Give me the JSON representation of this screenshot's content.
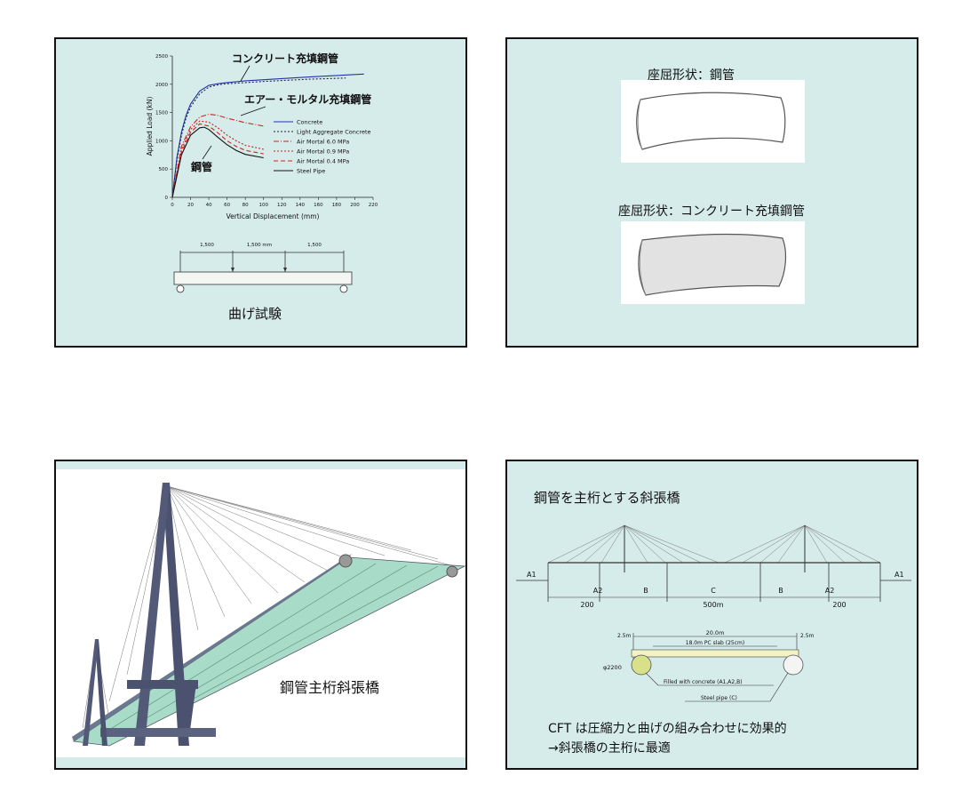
{
  "slide1": {
    "chart_data": {
      "type": "line",
      "xlabel": "Vertical Displacement (mm)",
      "ylabel": "Applied Load (kN)",
      "xlim": [
        0,
        220
      ],
      "ylim": [
        0,
        2500
      ],
      "xticks": [
        "0",
        "20",
        "40",
        "60",
        "80",
        "100",
        "120",
        "140",
        "160",
        "180",
        "200",
        "220"
      ],
      "yticks": [
        "0",
        "500",
        "1000",
        "1500",
        "2000",
        "2500"
      ],
      "legend_position": "center-right",
      "annotations": [
        "コンクリート充填鋼管",
        "エアー・モルタル充填鋼管",
        "鋼管"
      ],
      "series": [
        {
          "name": "Concrete",
          "color": "#2233aa",
          "dash": "solid",
          "x": [
            0,
            5,
            10,
            15,
            20,
            30,
            40,
            50,
            60,
            80,
            100,
            150,
            210
          ],
          "y": [
            0,
            700,
            1150,
            1450,
            1650,
            1880,
            1980,
            2010,
            2030,
            2060,
            2080,
            2130,
            2180
          ]
        },
        {
          "name": "Light Aggregate Concrete",
          "color": "#222244",
          "dash": "2,2",
          "x": [
            0,
            5,
            10,
            15,
            20,
            30,
            40,
            50,
            60,
            80,
            100,
            150,
            190
          ],
          "y": [
            0,
            650,
            1100,
            1400,
            1600,
            1830,
            1950,
            1990,
            2010,
            2030,
            2050,
            2090,
            2110
          ]
        },
        {
          "name": "Air Mortal 6.0 MPa",
          "color": "#cc2222",
          "dash": "6,2,1,2",
          "x": [
            0,
            10,
            20,
            30,
            40,
            50,
            60,
            70,
            80,
            100
          ],
          "y": [
            0,
            900,
            1250,
            1420,
            1470,
            1450,
            1400,
            1360,
            1320,
            1260
          ]
        },
        {
          "name": "Air Mortal 0.9 MPa",
          "color": "#cc2222",
          "dash": "2,2",
          "x": [
            0,
            10,
            20,
            30,
            40,
            50,
            60,
            70,
            80,
            100
          ],
          "y": [
            0,
            850,
            1200,
            1350,
            1330,
            1230,
            1100,
            1000,
            920,
            850
          ]
        },
        {
          "name": "Air Mortal 0.4 MPa",
          "color": "#cc2222",
          "dash": "5,3",
          "x": [
            0,
            10,
            20,
            30,
            40,
            50,
            60,
            70,
            80,
            100
          ],
          "y": [
            0,
            800,
            1150,
            1300,
            1260,
            1140,
            1000,
            900,
            830,
            770
          ]
        },
        {
          "name": "Steel Pipe",
          "color": "#111111",
          "dash": "solid",
          "x": [
            0,
            10,
            20,
            30,
            35,
            40,
            50,
            60,
            70,
            80,
            100
          ],
          "y": [
            0,
            750,
            1100,
            1230,
            1240,
            1200,
            1060,
            930,
            830,
            760,
            700
          ]
        }
      ]
    },
    "beam": {
      "spans": [
        "1,500",
        "1,500 mm",
        "1,500"
      ]
    },
    "caption": "曲げ試験"
  },
  "slide2": {
    "caption1": "座屈形状：鋼管",
    "caption2": "座屈形状：コンクリート充填鋼管"
  },
  "slide3": {
    "caption": "鋼管主桁斜張橋"
  },
  "slide4": {
    "title": "鋼管を主桁とする斜張橋",
    "elevation": {
      "labels": [
        "A1",
        "A2",
        "B",
        "C",
        "B",
        "A2",
        "A1"
      ],
      "dims": [
        "200",
        "500m",
        "200"
      ]
    },
    "section": {
      "dim_left": "2.5m",
      "dim_total": "20.0m",
      "dim_right": "2.5m",
      "slab_label": "18.0m      PC slab (25cm)",
      "diameter": "φ2200",
      "filled_label": "Filled with concrete (A1,A2,B)",
      "steel_label": "Steel pipe (C)"
    },
    "body_line1": "CFT は圧縮力と曲げの組み合わせに効果的",
    "body_line2": "→斜張橋の主桁に最適"
  }
}
